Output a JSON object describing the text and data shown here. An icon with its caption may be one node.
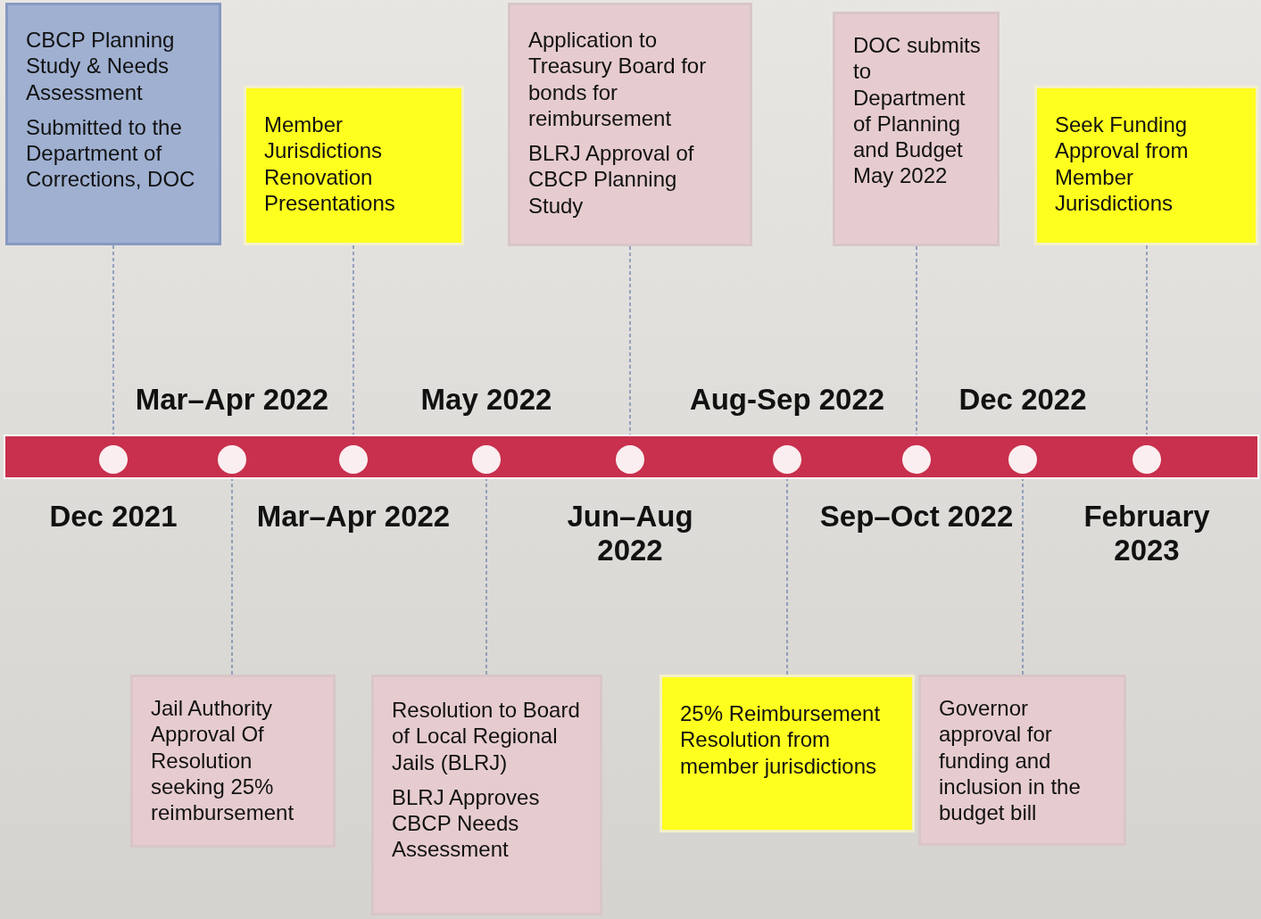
{
  "diagram": {
    "nodes": [
      {
        "text": [
          "CBCP Planning Study & Needs Assessment",
          "Submitted to the Department of Corrections, DOC"
        ]
      },
      {
        "text": [
          "Member Jurisdictions Renovation Presentations"
        ]
      },
      {
        "text": [
          "Application to Treasury Board for bonds for reimbursement",
          "BLRJ Approval of CBCP Planning Study"
        ]
      },
      {
        "text": [
          "DOC submits to Department of Planning and Budget May 2022"
        ]
      },
      {
        "text": [
          "Seek Funding Approval from Member Jurisdictions"
        ]
      },
      {
        "text": [],
        "shape": "circle",
        "beside": [
          "Dec 2021"
        ]
      },
      {
        "text": [],
        "shape": "circle",
        "beside": [
          "Mar–Apr 2022"
        ]
      },
      {
        "text": [],
        "shape": "circle",
        "beside": [
          "Mar–Apr 2022"
        ]
      },
      {
        "text": [],
        "shape": "circle",
        "beside": [
          "May 2022"
        ]
      },
      {
        "text": [],
        "shape": "circle",
        "beside": [
          "Jun–Aug 2022"
        ]
      },
      {
        "text": [],
        "shape": "circle",
        "beside": [
          "Aug-Sep 2022"
        ]
      },
      {
        "text": [],
        "shape": "circle",
        "beside": [
          "Sep–Oct 2022"
        ]
      },
      {
        "text": [],
        "shape": "circle",
        "beside": [
          "Dec 2022"
        ]
      },
      {
        "text": [],
        "shape": "circle",
        "beside": [
          "February 2023"
        ]
      },
      {
        "text": [
          "Jail Authority Approval Of Resolution seeking 25% reimbursement"
        ]
      },
      {
        "text": [
          "Resolution to Board of Local Regional Jails (BLRJ)",
          "BLRJ Approves CBCP Needs Assessment"
        ]
      },
      {
        "text": [
          "25% Reimbursement Resolution from member jurisdictions"
        ]
      },
      {
        "text": [
          "Governor approval for funding and inclusion in the budget bill"
        ]
      }
    ],
    "edges": [
      {
        "from": 0,
        "to": 5,
        "arrow": "none",
        "style": "dashed"
      },
      {
        "from": 1,
        "to": 7,
        "arrow": "none",
        "style": "dashed"
      },
      {
        "from": 2,
        "to": 9,
        "arrow": "none",
        "style": "dashed"
      },
      {
        "from": 3,
        "to": 11,
        "arrow": "none",
        "style": "dashed"
      },
      {
        "from": 4,
        "to": 13,
        "arrow": "none",
        "style": "dashed"
      },
      {
        "from": 14,
        "to": 6,
        "arrow": "none",
        "style": "dashed"
      },
      {
        "from": 15,
        "to": 8,
        "arrow": "none",
        "style": "dashed"
      },
      {
        "from": 16,
        "to": 10,
        "arrow": "none",
        "style": "dashed"
      },
      {
        "from": 17,
        "to": 12,
        "arrow": "none",
        "style": "dashed"
      }
    ]
  }
}
